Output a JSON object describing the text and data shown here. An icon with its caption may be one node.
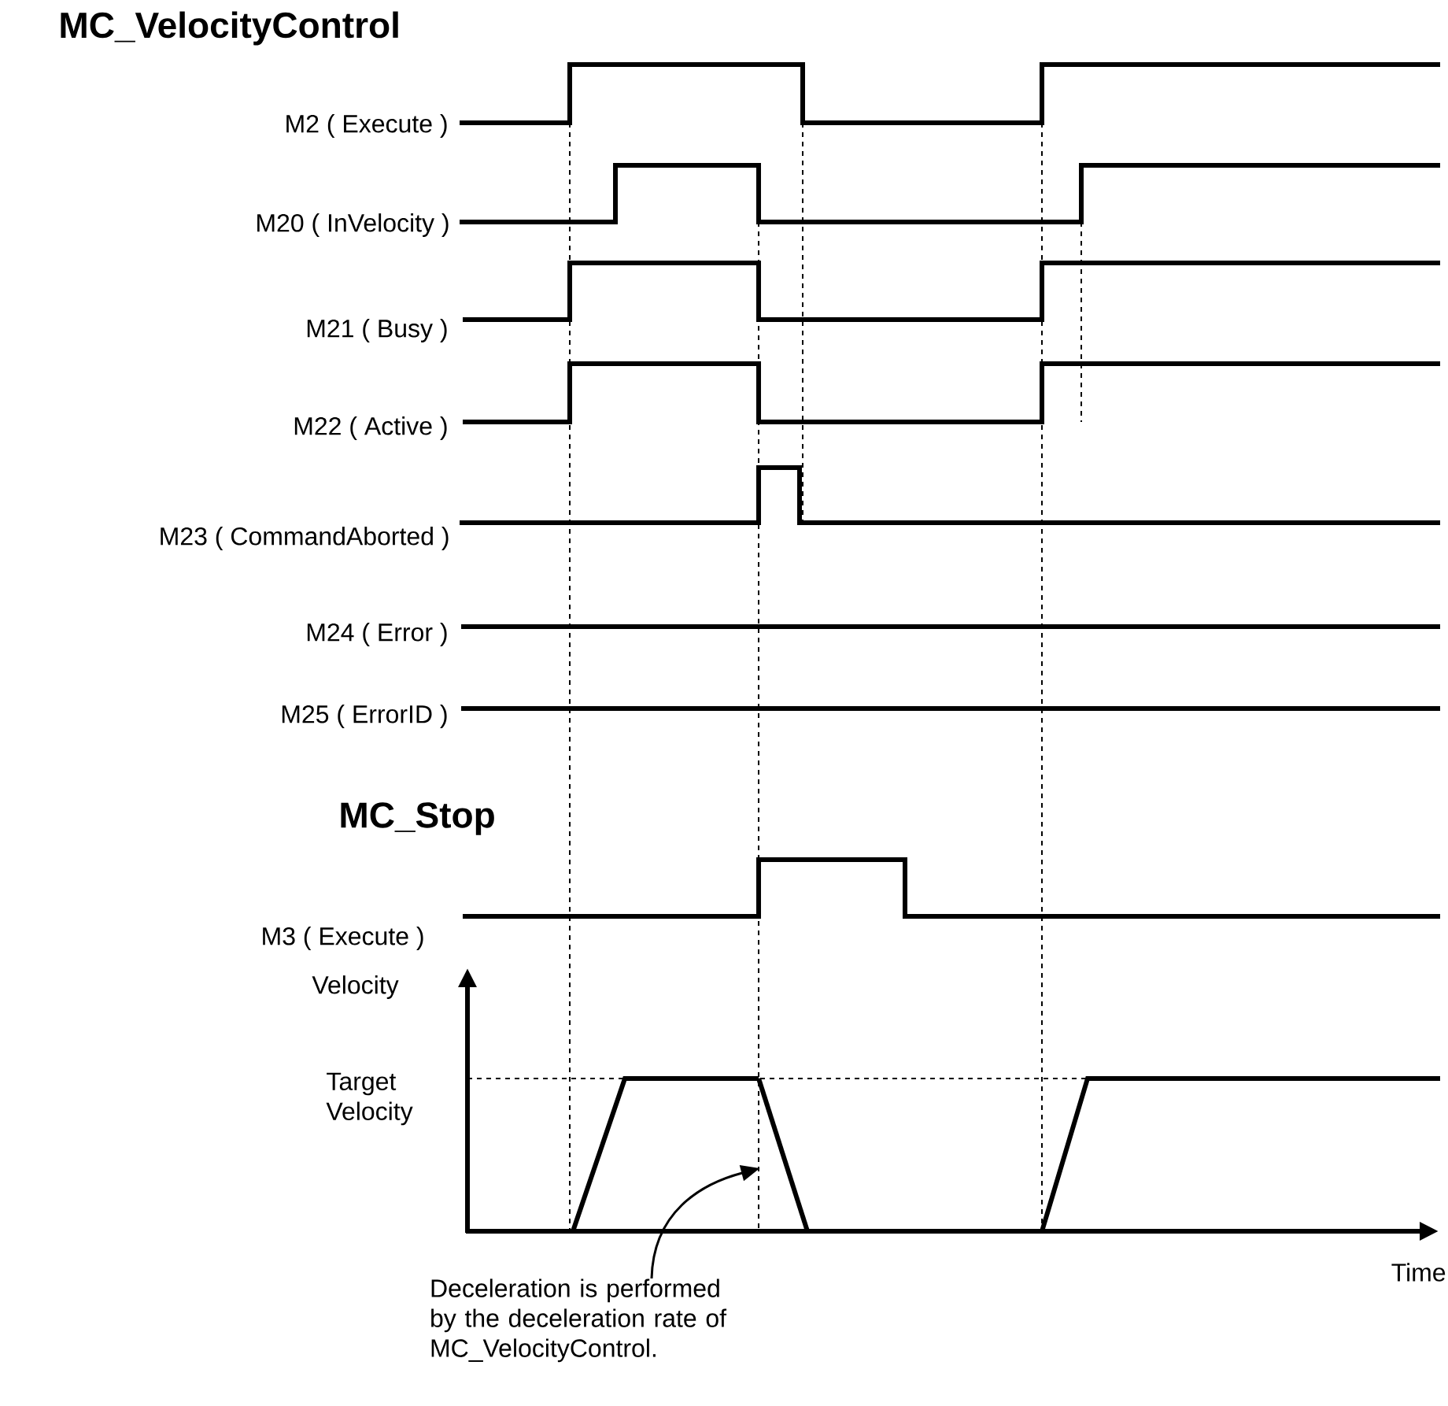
{
  "diagram": {
    "title": "MC_VelocityControl",
    "nodes": [
      {
        "text": [
          "Deceleration is performed by the deceleration rate of MC_VelocityControl."
        ]
      },
      {
        "text": [],
        "shape": "line"
      }
    ],
    "edges": [
      {
        "from": 0,
        "to": 1,
        "arrow": "to"
      }
    ],
    "labels": [
      "M2 ( Execute )",
      "M20 ( InVelocity )",
      "M21 ( Busy )",
      "M22 ( Active )",
      "M23 ( CommandAborted )",
      "M24 ( Error )",
      "M25 ( ErrorID )",
      "MC_Stop",
      "M3 ( Execute )",
      "Velocity",
      "Target Velocity",
      "Time"
    ]
  }
}
